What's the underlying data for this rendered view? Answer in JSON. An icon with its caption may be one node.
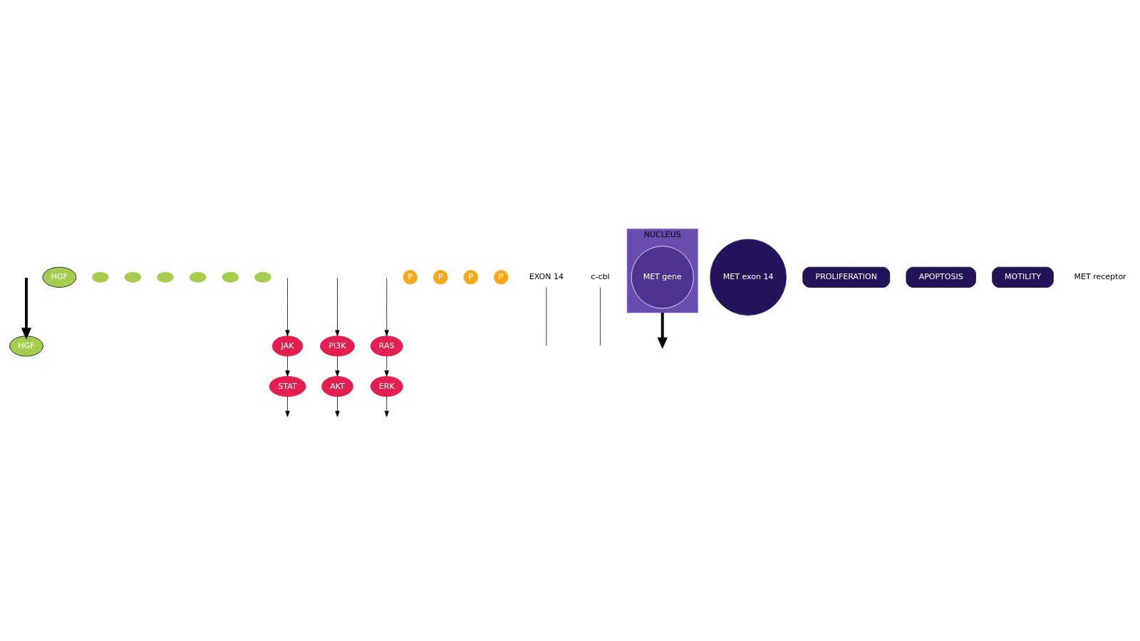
{
  "diagram": {
    "nodes": [
      {
        "text": [
          "HGF"
        ]
      },
      {
        "text": [
          "HGF"
        ]
      },
      {
        "text": [],
        "shape": "ellipse"
      },
      {
        "text": [],
        "shape": "ellipse"
      },
      {
        "text": [],
        "shape": "ellipse"
      },
      {
        "text": [],
        "shape": "ellipse"
      },
      {
        "text": [],
        "shape": "ellipse"
      },
      {
        "text": [],
        "shape": "ellipse"
      },
      {
        "text": [
          "JAK"
        ]
      },
      {
        "text": [
          "PI3K"
        ]
      },
      {
        "text": [
          "RAS"
        ]
      },
      {
        "text": [
          "STAT"
        ]
      },
      {
        "text": [
          "AKT"
        ]
      },
      {
        "text": [
          "ERK"
        ]
      },
      {
        "text": [
          "P"
        ]
      },
      {
        "text": [
          "P"
        ]
      },
      {
        "text": [
          "P"
        ]
      },
      {
        "text": [
          "P"
        ]
      },
      {
        "text": [
          "EXON 14"
        ]
      },
      {
        "text": [
          "c-cbl"
        ]
      },
      {
        "text": [
          "NUCLEUS"
        ]
      },
      {
        "text": [
          "MET gene"
        ],
        "in": 20
      },
      {
        "text": [
          "MET exon 14"
        ]
      },
      {
        "text": [
          "PROLIFERATION"
        ]
      },
      {
        "text": [
          "APOPTOSIS"
        ]
      },
      {
        "text": [
          "MOTILITY"
        ]
      }
    ],
    "edges": [
      {
        "from": null,
        "to": 0,
        "arrow": "to",
        "style": "thick"
      },
      {
        "from": null,
        "to": 8,
        "arrow": "to"
      },
      {
        "from": null,
        "to": 9,
        "arrow": "to"
      },
      {
        "from": null,
        "to": 10,
        "arrow": "to"
      },
      {
        "from": 8,
        "to": 11,
        "arrow": "to"
      },
      {
        "from": 9,
        "to": 12,
        "arrow": "to"
      },
      {
        "from": 10,
        "to": 13,
        "arrow": "to"
      },
      {
        "from": 11,
        "to": null,
        "arrow": "to"
      },
      {
        "from": 12,
        "to": null,
        "arrow": "to"
      },
      {
        "from": 13,
        "to": null,
        "arrow": "to"
      },
      {
        "from": 20,
        "to": null,
        "arrow": "to",
        "style": "thick"
      },
      {
        "from": 18,
        "to": null,
        "arrow": "none"
      },
      {
        "from": 19,
        "to": null,
        "arrow": "none"
      }
    ],
    "labels": [
      "MET receptor"
    ]
  }
}
